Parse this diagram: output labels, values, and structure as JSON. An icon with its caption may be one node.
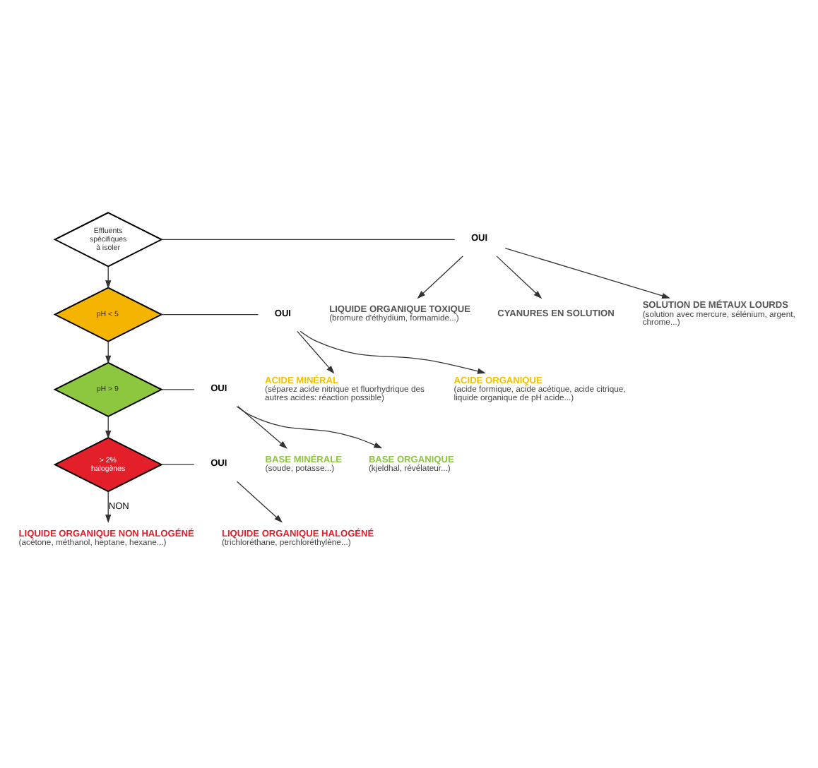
{
  "diagram": {
    "nodes": [
      {
        "text": [
          "Effluents spécifiques à isoler"
        ]
      },
      {
        "text": [
          "OUI"
        ]
      },
      {
        "text": [
          "LIQUIDE ORGANIQUE TOXIQUE",
          "(bromure d'éthydium, formamide...)"
        ]
      },
      {
        "text": [
          "CYANURES EN SOLUTION"
        ]
      },
      {
        "text": [
          "SOLUTION DE MÉTAUX LOURDS",
          "(solution avec mercure, sélénium, argent, chrome...)"
        ]
      },
      {
        "text": [
          "pH < 5"
        ]
      },
      {
        "text": [
          "OUI"
        ]
      },
      {
        "text": [
          "ACIDE MINÉRAL",
          "(séparez acide nitrique et fluorhydrique des autres acides: réaction possible)"
        ]
      },
      {
        "text": [
          "ACIDE ORGANIQUE",
          "(acide formique, acide acétique, acide citrique, liquide organique de pH acide...)"
        ]
      },
      {
        "text": [
          "pH > 9"
        ]
      },
      {
        "text": [
          "OUI"
        ]
      },
      {
        "text": [
          "BASE MINÉRALE",
          "(soude, potasse...)"
        ]
      },
      {
        "text": [
          "BASE ORGANIQUE",
          "(kjeldhal, révélateur...)"
        ]
      },
      {
        "text": [
          "> 2% halogènes"
        ]
      },
      {
        "text": [
          "OUI"
        ]
      },
      {
        "text": [
          "LIQUIDE ORGANIQUE HALOGÉNÉ",
          "(trichloréthane, perchloréthylène...)"
        ]
      },
      {
        "text": [
          "LIQUIDE ORGANIQUE NON HALOGÉNÉ",
          "(acétone, méthanol, heptane, hexane...)"
        ]
      }
    ],
    "edges": [
      {
        "from": 0,
        "to": 1,
        "arrow": "none"
      },
      {
        "from": 1,
        "to": 2,
        "arrow": "to"
      },
      {
        "from": 1,
        "to": 3,
        "arrow": "to"
      },
      {
        "from": 1,
        "to": 4,
        "arrow": "to"
      },
      {
        "from": 0,
        "to": 5,
        "arrow": "to"
      },
      {
        "from": 5,
        "to": 6,
        "arrow": "none"
      },
      {
        "from": 6,
        "to": 7,
        "arrow": "to"
      },
      {
        "from": 6,
        "to": 8,
        "arrow": "to"
      },
      {
        "from": 5,
        "to": 9,
        "arrow": "to"
      },
      {
        "from": 9,
        "to": 10,
        "arrow": "none"
      },
      {
        "from": 10,
        "to": 11,
        "arrow": "to"
      },
      {
        "from": 10,
        "to": 12,
        "arrow": "to"
      },
      {
        "from": 9,
        "to": 13,
        "arrow": "to"
      },
      {
        "from": 13,
        "to": 14,
        "arrow": "none"
      },
      {
        "from": 14,
        "to": 15,
        "arrow": "to"
      },
      {
        "from": 13,
        "to": 16,
        "label": "NON",
        "arrow": "to"
      }
    ]
  }
}
